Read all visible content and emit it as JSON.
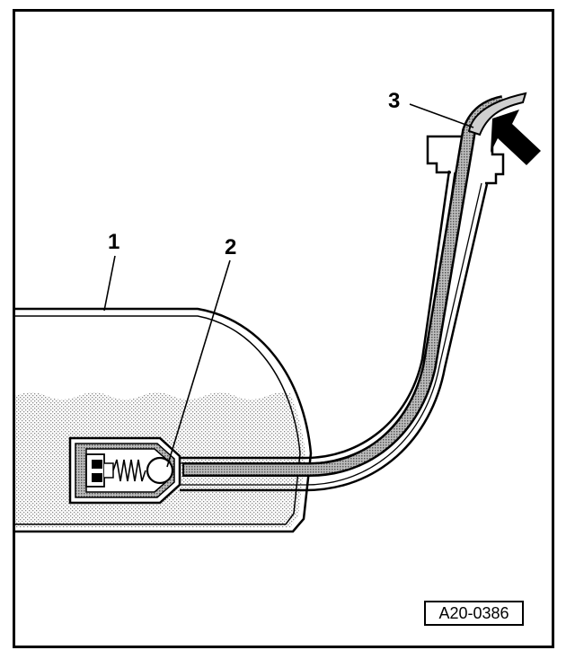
{
  "callouts": {
    "one": "1",
    "two": "2",
    "three": "3"
  },
  "reference_code": "A20-0386",
  "colors": {
    "line": "#000000",
    "fuel_fill": "#d9d9d9",
    "pipe_fill": "#8c8c8c",
    "background": "#ffffff"
  }
}
